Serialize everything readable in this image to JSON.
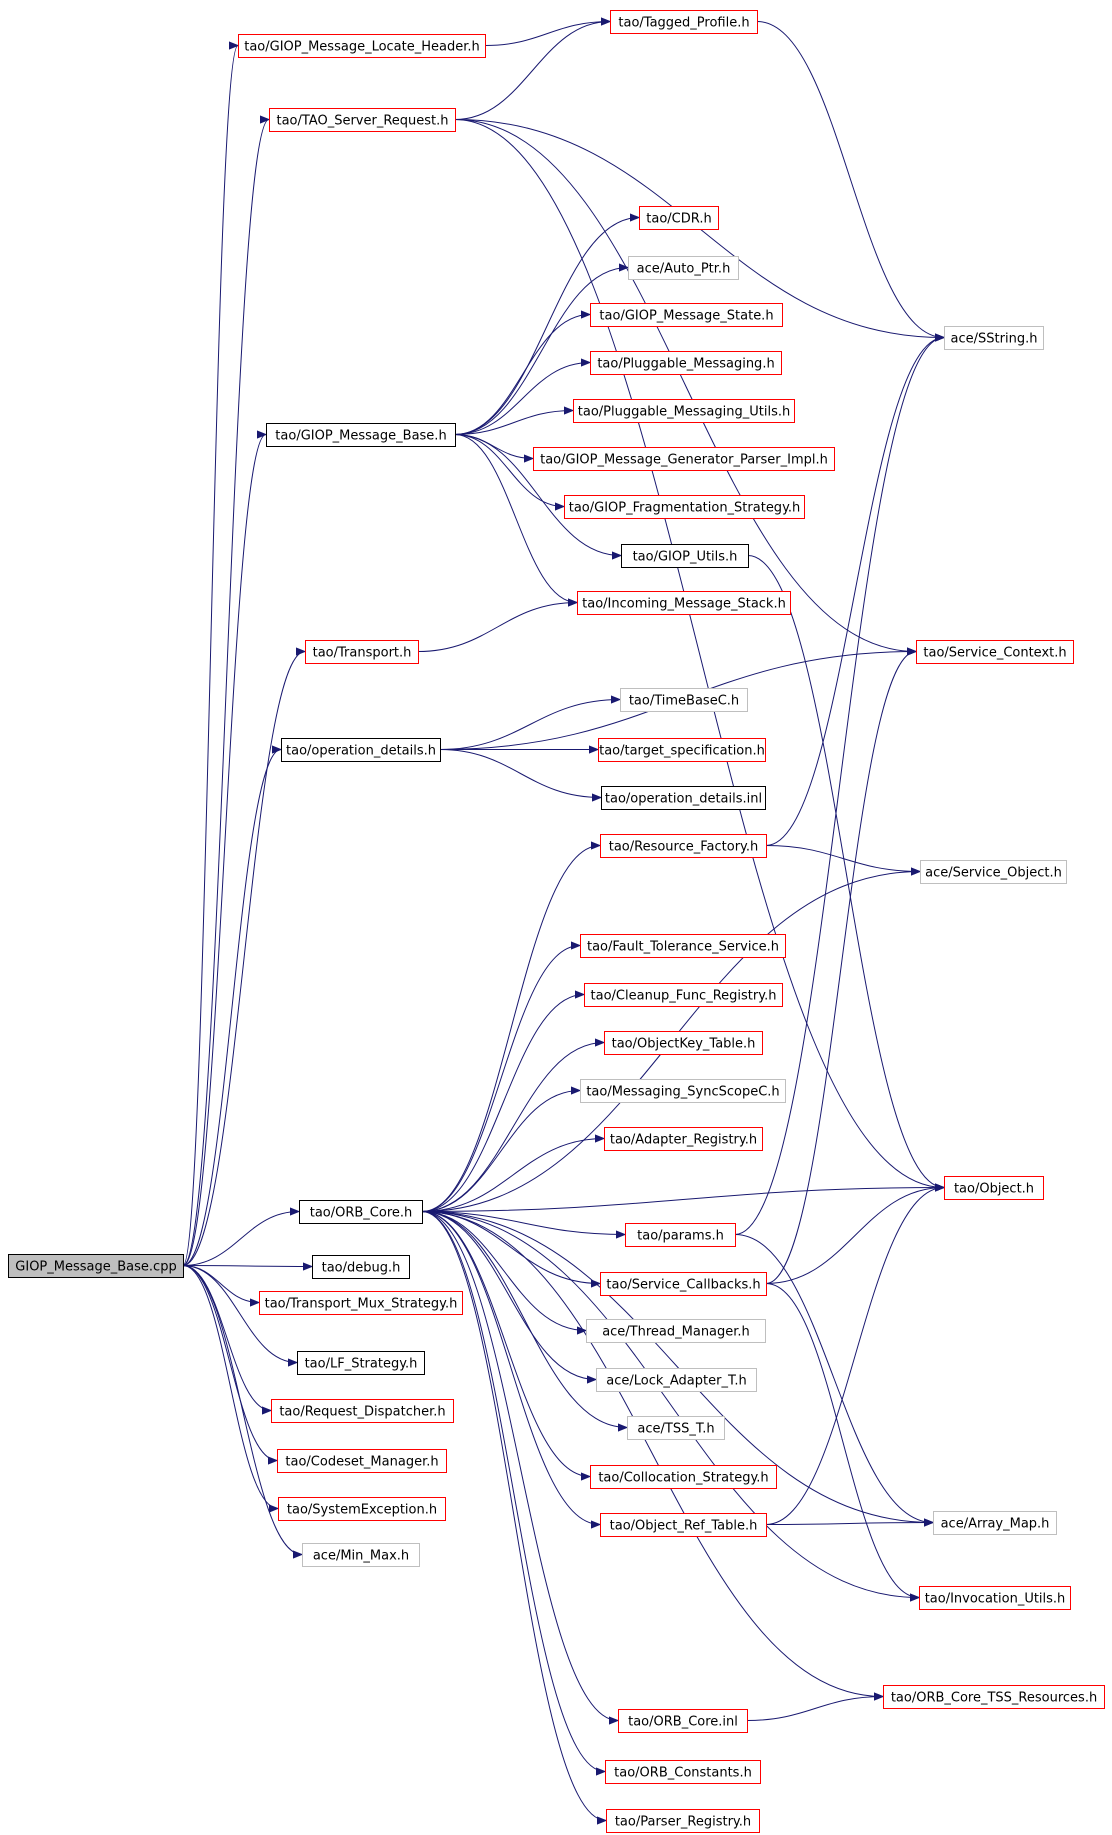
{
  "colors": {
    "edge": "#191970",
    "documented_border": "#ff0000",
    "local_border": "#000000",
    "external_border": "#bfbfbf",
    "root_fill": "#bfbfbf",
    "background": "#ffffff"
  },
  "nodes": [
    {
      "id": "root",
      "label": "GIOP_Message_Base.cpp",
      "kind": "root"
    },
    {
      "id": "locate_header",
      "label": "tao/GIOP_Message_Locate_Header.h",
      "kind": "documented"
    },
    {
      "id": "tagged_profile",
      "label": "tao/Tagged_Profile.h",
      "kind": "documented"
    },
    {
      "id": "server_request",
      "label": "tao/TAO_Server_Request.h",
      "kind": "documented"
    },
    {
      "id": "cdr",
      "label": "tao/CDR.h",
      "kind": "documented"
    },
    {
      "id": "auto_ptr",
      "label": "ace/Auto_Ptr.h",
      "kind": "external"
    },
    {
      "id": "msg_state",
      "label": "tao/GIOP_Message_State.h",
      "kind": "documented"
    },
    {
      "id": "sstring",
      "label": "ace/SString.h",
      "kind": "external"
    },
    {
      "id": "pluggable",
      "label": "tao/Pluggable_Messaging.h",
      "kind": "documented"
    },
    {
      "id": "pluggable_utils",
      "label": "tao/Pluggable_Messaging_Utils.h",
      "kind": "documented"
    },
    {
      "id": "msg_base_h",
      "label": "tao/GIOP_Message_Base.h",
      "kind": "local"
    },
    {
      "id": "gen_parser",
      "label": "tao/GIOP_Message_Generator_Parser_Impl.h",
      "kind": "documented"
    },
    {
      "id": "frag",
      "label": "tao/GIOP_Fragmentation_Strategy.h",
      "kind": "documented"
    },
    {
      "id": "giop_utils",
      "label": "tao/GIOP_Utils.h",
      "kind": "local"
    },
    {
      "id": "incoming",
      "label": "tao/Incoming_Message_Stack.h",
      "kind": "documented"
    },
    {
      "id": "transport",
      "label": "tao/Transport.h",
      "kind": "documented"
    },
    {
      "id": "service_context",
      "label": "tao/Service_Context.h",
      "kind": "documented"
    },
    {
      "id": "timebase",
      "label": "tao/TimeBaseC.h",
      "kind": "external"
    },
    {
      "id": "op_details",
      "label": "tao/operation_details.h",
      "kind": "local"
    },
    {
      "id": "target_spec",
      "label": "tao/target_specification.h",
      "kind": "documented"
    },
    {
      "id": "op_details_inl",
      "label": "tao/operation_details.inl",
      "kind": "local"
    },
    {
      "id": "resource_factory",
      "label": "tao/Resource_Factory.h",
      "kind": "documented"
    },
    {
      "id": "service_object",
      "label": "ace/Service_Object.h",
      "kind": "external"
    },
    {
      "id": "fault_tolerance",
      "label": "tao/Fault_Tolerance_Service.h",
      "kind": "documented"
    },
    {
      "id": "cleanup",
      "label": "tao/Cleanup_Func_Registry.h",
      "kind": "documented"
    },
    {
      "id": "objectkey",
      "label": "tao/ObjectKey_Table.h",
      "kind": "documented"
    },
    {
      "id": "syncscope",
      "label": "tao/Messaging_SyncScopeC.h",
      "kind": "external"
    },
    {
      "id": "adapter_registry",
      "label": "tao/Adapter_Registry.h",
      "kind": "documented"
    },
    {
      "id": "orb_core",
      "label": "tao/ORB_Core.h",
      "kind": "local"
    },
    {
      "id": "object",
      "label": "tao/Object.h",
      "kind": "documented"
    },
    {
      "id": "params",
      "label": "tao/params.h",
      "kind": "documented"
    },
    {
      "id": "debug",
      "label": "tao/debug.h",
      "kind": "local"
    },
    {
      "id": "service_callbacks",
      "label": "tao/Service_Callbacks.h",
      "kind": "documented"
    },
    {
      "id": "transport_mux",
      "label": "tao/Transport_Mux_Strategy.h",
      "kind": "documented"
    },
    {
      "id": "thread_manager",
      "label": "ace/Thread_Manager.h",
      "kind": "external"
    },
    {
      "id": "lf_strategy",
      "label": "tao/LF_Strategy.h",
      "kind": "local"
    },
    {
      "id": "lock_adapter",
      "label": "ace/Lock_Adapter_T.h",
      "kind": "external"
    },
    {
      "id": "request_dispatcher",
      "label": "tao/Request_Dispatcher.h",
      "kind": "documented"
    },
    {
      "id": "tss_t",
      "label": "ace/TSS_T.h",
      "kind": "external"
    },
    {
      "id": "codeset",
      "label": "tao/Codeset_Manager.h",
      "kind": "documented"
    },
    {
      "id": "collocation",
      "label": "tao/Collocation_Strategy.h",
      "kind": "documented"
    },
    {
      "id": "system_exception",
      "label": "tao/SystemException.h",
      "kind": "documented"
    },
    {
      "id": "object_ref_table",
      "label": "tao/Object_Ref_Table.h",
      "kind": "documented"
    },
    {
      "id": "array_map",
      "label": "ace/Array_Map.h",
      "kind": "external"
    },
    {
      "id": "min_max",
      "label": "ace/Min_Max.h",
      "kind": "external"
    },
    {
      "id": "invocation_utils",
      "label": "tao/Invocation_Utils.h",
      "kind": "documented"
    },
    {
      "id": "tss_resources",
      "label": "tao/ORB_Core_TSS_Resources.h",
      "kind": "documented"
    },
    {
      "id": "orb_core_inl",
      "label": "tao/ORB_Core.inl",
      "kind": "documented"
    },
    {
      "id": "orb_constants",
      "label": "tao/ORB_Constants.h",
      "kind": "documented"
    },
    {
      "id": "parser_registry",
      "label": "tao/Parser_Registry.h",
      "kind": "documented"
    }
  ],
  "edges": [
    [
      "root",
      "locate_header"
    ],
    [
      "root",
      "server_request"
    ],
    [
      "root",
      "msg_base_h"
    ],
    [
      "root",
      "transport"
    ],
    [
      "root",
      "op_details"
    ],
    [
      "root",
      "orb_core"
    ],
    [
      "root",
      "debug"
    ],
    [
      "root",
      "transport_mux"
    ],
    [
      "root",
      "lf_strategy"
    ],
    [
      "root",
      "request_dispatcher"
    ],
    [
      "root",
      "codeset"
    ],
    [
      "root",
      "system_exception"
    ],
    [
      "root",
      "min_max"
    ],
    [
      "locate_header",
      "tagged_profile"
    ],
    [
      "server_request",
      "tagged_profile"
    ],
    [
      "server_request",
      "sstring"
    ],
    [
      "server_request",
      "service_context"
    ],
    [
      "server_request",
      "object"
    ],
    [
      "tagged_profile",
      "sstring"
    ],
    [
      "msg_base_h",
      "cdr"
    ],
    [
      "msg_base_h",
      "auto_ptr"
    ],
    [
      "msg_base_h",
      "msg_state"
    ],
    [
      "msg_base_h",
      "pluggable"
    ],
    [
      "msg_base_h",
      "pluggable_utils"
    ],
    [
      "msg_base_h",
      "gen_parser"
    ],
    [
      "msg_base_h",
      "frag"
    ],
    [
      "msg_base_h",
      "giop_utils"
    ],
    [
      "msg_base_h",
      "incoming"
    ],
    [
      "giop_utils",
      "object"
    ],
    [
      "transport",
      "incoming"
    ],
    [
      "op_details",
      "service_context"
    ],
    [
      "op_details",
      "timebase"
    ],
    [
      "op_details",
      "target_spec"
    ],
    [
      "op_details",
      "op_details_inl"
    ],
    [
      "resource_factory",
      "sstring"
    ],
    [
      "resource_factory",
      "service_object"
    ],
    [
      "orb_core",
      "resource_factory"
    ],
    [
      "orb_core",
      "service_object"
    ],
    [
      "orb_core",
      "fault_tolerance"
    ],
    [
      "orb_core",
      "cleanup"
    ],
    [
      "orb_core",
      "objectkey"
    ],
    [
      "orb_core",
      "syncscope"
    ],
    [
      "orb_core",
      "adapter_registry"
    ],
    [
      "orb_core",
      "object"
    ],
    [
      "orb_core",
      "params"
    ],
    [
      "orb_core",
      "service_callbacks"
    ],
    [
      "orb_core",
      "thread_manager"
    ],
    [
      "orb_core",
      "lock_adapter"
    ],
    [
      "orb_core",
      "tss_t"
    ],
    [
      "orb_core",
      "collocation"
    ],
    [
      "orb_core",
      "object_ref_table"
    ],
    [
      "orb_core",
      "array_map"
    ],
    [
      "orb_core",
      "invocation_utils"
    ],
    [
      "orb_core",
      "tss_resources"
    ],
    [
      "orb_core",
      "orb_core_inl"
    ],
    [
      "orb_core",
      "orb_constants"
    ],
    [
      "orb_core",
      "parser_registry"
    ],
    [
      "params",
      "sstring"
    ],
    [
      "params",
      "array_map"
    ],
    [
      "service_callbacks",
      "object"
    ],
    [
      "service_callbacks",
      "service_context"
    ],
    [
      "service_callbacks",
      "invocation_utils"
    ],
    [
      "object_ref_table",
      "array_map"
    ],
    [
      "object_ref_table",
      "object"
    ],
    [
      "orb_core_inl",
      "tss_resources"
    ]
  ]
}
